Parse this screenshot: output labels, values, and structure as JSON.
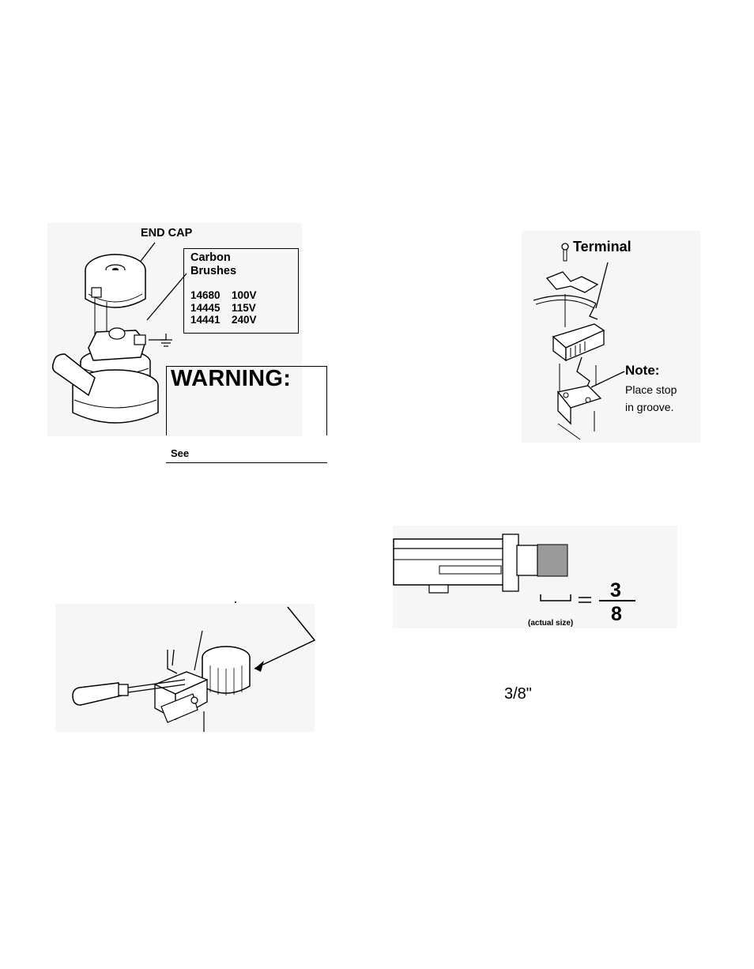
{
  "end_cap_label": "END CAP",
  "carbon_brushes": {
    "title_line1": "Carbon",
    "title_line2": "Brushes",
    "rows": [
      {
        "part": "14680",
        "voltage": "100V"
      },
      {
        "part": "14445",
        "voltage": "115V"
      },
      {
        "part": "14441",
        "voltage": "240V"
      }
    ]
  },
  "warning": {
    "title": "WARNING:",
    "see_label": "See"
  },
  "terminal_label": "Terminal",
  "note": {
    "title": "Note:",
    "line1": "Place stop",
    "line2": "in groove."
  },
  "brush_gauge": {
    "fraction_numerator": "3",
    "fraction_denominator": "8",
    "caption": "(actual size)"
  },
  "measurement_label": "3/8\""
}
